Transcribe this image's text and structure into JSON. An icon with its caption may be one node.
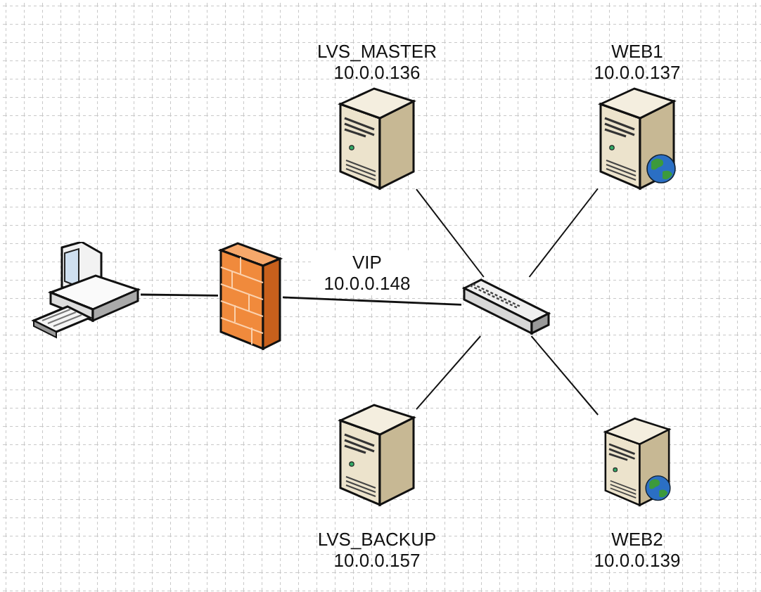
{
  "diagram": {
    "nodes": [
      {
        "text": [],
        "shape": "picture"
      },
      {
        "text": [],
        "shape": "picture"
      },
      {
        "text": [],
        "shape": "picture"
      },
      {
        "text": [
          "LVS_MASTER",
          "10.0.0.136"
        ]
      },
      {
        "text": [
          "WEB1",
          "10.0.0.137"
        ]
      },
      {
        "text": [
          "LVS_BACKUP",
          "10.0.0.157"
        ]
      },
      {
        "text": [
          "WEB2",
          "10.0.0.139"
        ]
      }
    ],
    "edges": [
      {
        "from": 0,
        "to": 1,
        "arrow": "none"
      },
      {
        "from": 1,
        "to": 2,
        "arrow": "none",
        "label": "VIP 10.0.0.148"
      },
      {
        "from": 3,
        "to": 2,
        "arrow": "none"
      },
      {
        "from": 4,
        "to": 2,
        "arrow": "none"
      },
      {
        "from": 5,
        "to": 2,
        "arrow": "none"
      },
      {
        "from": 6,
        "to": 2,
        "arrow": "none"
      }
    ]
  }
}
